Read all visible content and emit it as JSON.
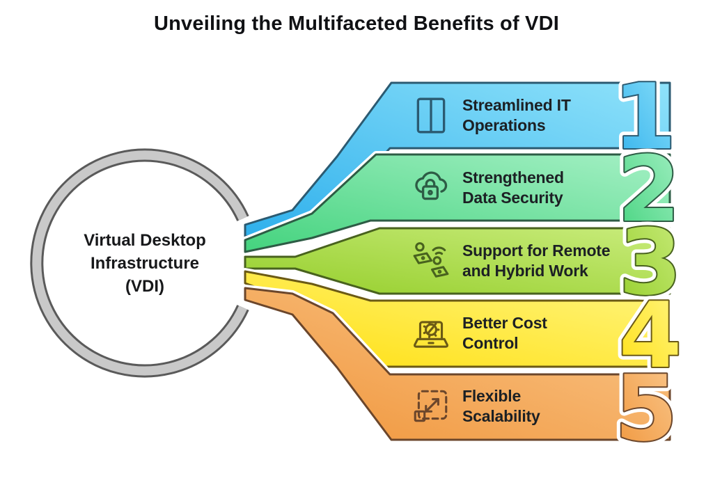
{
  "title": "Unveiling the Multifaceted Benefits of VDI",
  "hub": {
    "label_lines": [
      "Virtual Desktop",
      "Infrastructure",
      "(VDI)"
    ],
    "ring_fill": "#c9c9c9",
    "ring_outline": "#5a5a5a"
  },
  "items": [
    {
      "number": "1",
      "line1": "Streamlined IT",
      "line2": "Operations",
      "icon": "split-window-icon",
      "color_light": "#8fe2fa",
      "color_deep": "#2fb0ec",
      "outline": "#2b5a71"
    },
    {
      "number": "2",
      "line1": "Strengthened",
      "line2": "Data Security",
      "icon": "cloud-lock-icon",
      "color_light": "#a5f0c5",
      "color_deep": "#44d37e",
      "outline": "#2d5c45"
    },
    {
      "number": "3",
      "line1": "Support for Remote",
      "line2": "and Hybrid Work",
      "icon": "remote-work-icon",
      "color_light": "#c9ec7c",
      "color_deep": "#95ce2b",
      "outline": "#48621e"
    },
    {
      "number": "4",
      "line1": "Better Cost",
      "line2": "Control",
      "icon": "laptop-gear-icon",
      "color_light": "#fff685",
      "color_deep": "#ffdf10",
      "outline": "#6b5a15"
    },
    {
      "number": "5",
      "line1": "Flexible",
      "line2": "Scalability",
      "icon": "expand-icon",
      "color_light": "#fac98f",
      "color_deep": "#f0953a",
      "outline": "#6b462b"
    }
  ]
}
